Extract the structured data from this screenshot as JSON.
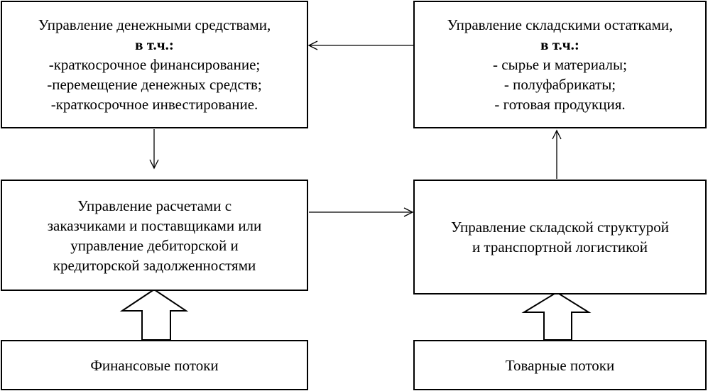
{
  "boxes": {
    "cash_management": {
      "title": "Управление денежными средствами,",
      "incl": "в т.ч.:",
      "items": [
        "-краткосрочное финансирование;",
        "-перемещение денежных средств;",
        "-краткосрочное инвестирование."
      ]
    },
    "inventory_management": {
      "title": "Управление складскими остатками,",
      "incl": "в т.ч.:",
      "items": [
        "- сырье и материалы;",
        "- полуфабрикаты;",
        "- готовая продукция."
      ]
    },
    "settlements_management": {
      "lines": [
        "Управление расчетами с",
        "заказчиками и поставщиками или",
        "управление дебиторской и",
        "кредиторской задолженностями"
      ]
    },
    "warehouse_management": {
      "lines": [
        "Управление складской структурой",
        "и транспортной логистикой"
      ]
    },
    "financial_flows": {
      "label": "Финансовые потоки"
    },
    "goods_flows": {
      "label": "Товарные потоки"
    }
  }
}
